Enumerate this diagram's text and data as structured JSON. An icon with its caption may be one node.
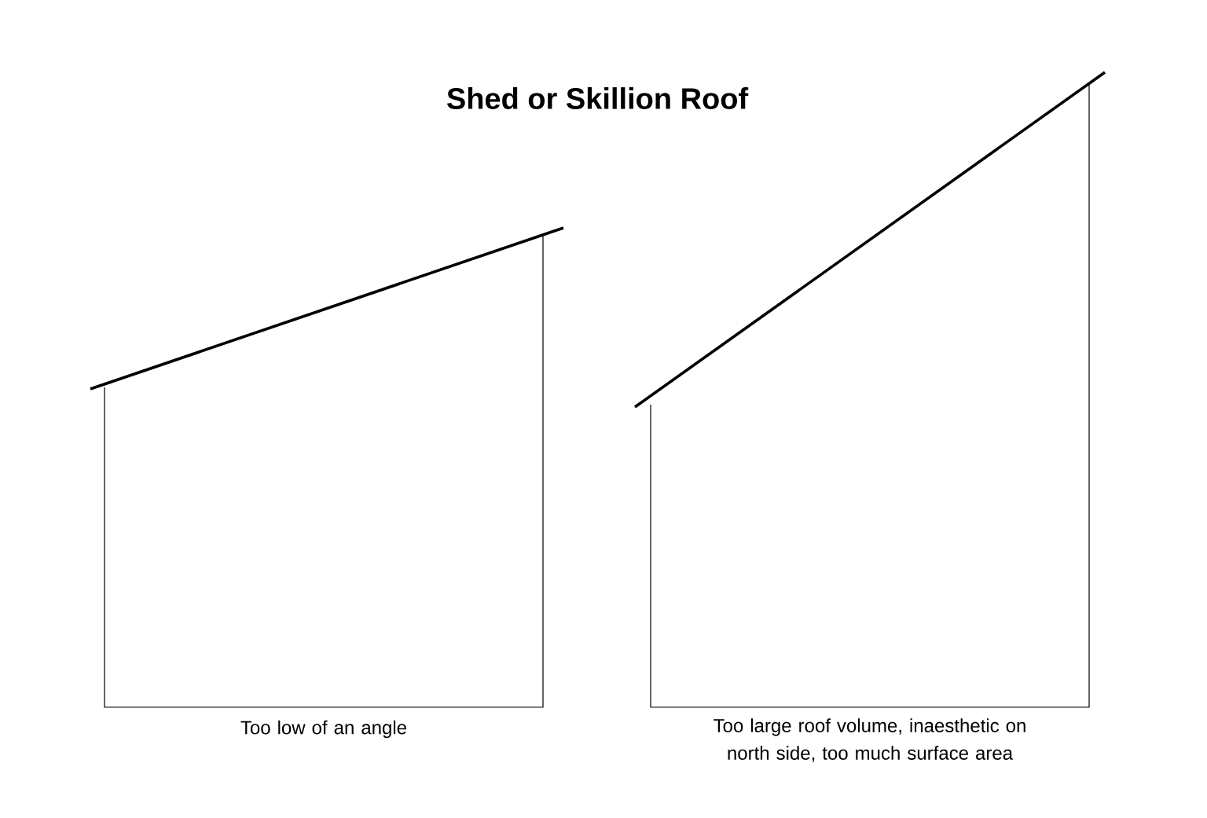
{
  "diagram": {
    "title": "Shed or Skillion Roof",
    "nodes": [
      {
        "text": [],
        "shape": "box",
        "beside": [
          "Too low of an angle"
        ]
      },
      {
        "text": [],
        "shape": "box",
        "beside": [
          "Too large roof volume, inaesthetic on north side, too much surface area"
        ]
      }
    ]
  }
}
